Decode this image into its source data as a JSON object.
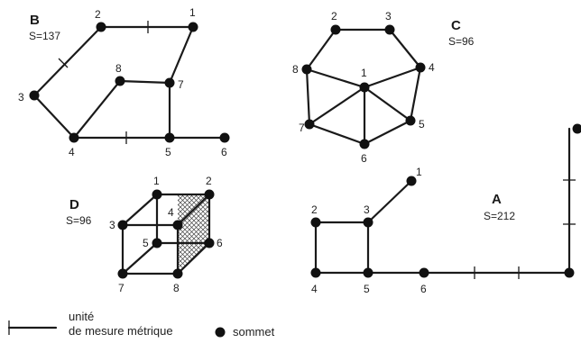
{
  "graphs": {
    "B": {
      "letter": "B",
      "measure": "S=137",
      "nodes": {
        "1": "1",
        "2": "2",
        "3": "3",
        "4": "4",
        "5": "5",
        "6": "6",
        "7": "7",
        "8": "8"
      }
    },
    "C": {
      "letter": "C",
      "measure": "S=96",
      "nodes": {
        "1": "1",
        "2": "2",
        "3": "3",
        "4": "4",
        "5": "5",
        "6": "6",
        "7": "7",
        "8": "8"
      }
    },
    "D": {
      "letter": "D",
      "measure": "S=96",
      "nodes": {
        "1": "1",
        "2": "2",
        "3": "3",
        "4": "4",
        "5": "5",
        "6": "6",
        "7": "7",
        "8": "8"
      }
    },
    "A": {
      "letter": "A",
      "measure": "S=212",
      "nodes": {
        "1": "1",
        "2": "2",
        "3": "3",
        "4": "4",
        "5": "5",
        "6": "6"
      }
    }
  },
  "legend": {
    "unit_line1": "unité",
    "unit_line2": "de mesure métrique",
    "vertex": "sommet"
  }
}
